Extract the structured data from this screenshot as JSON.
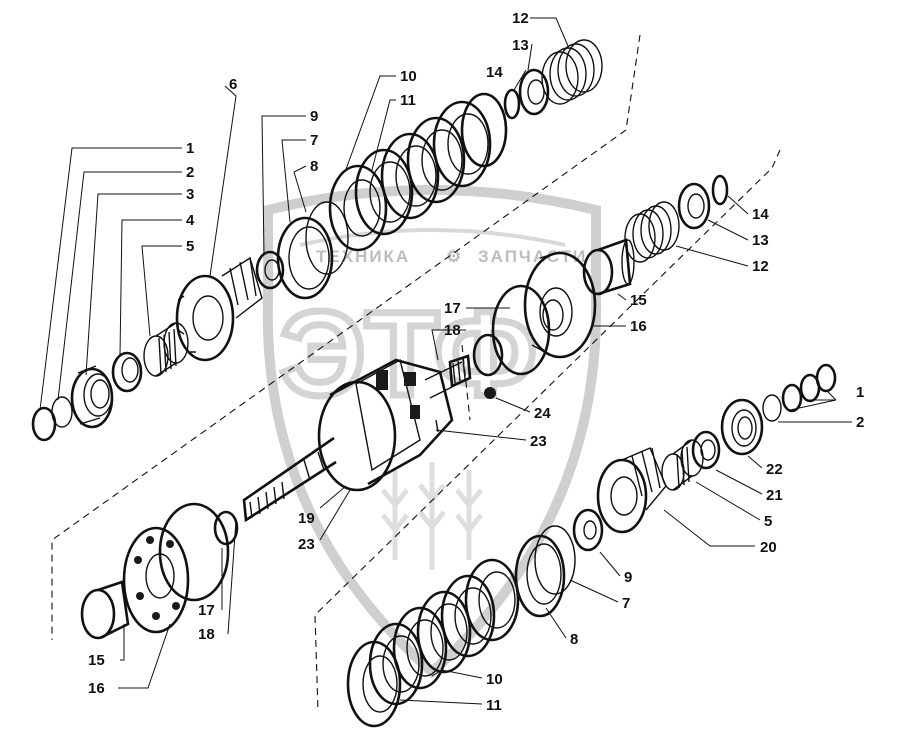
{
  "watermark": {
    "left_text": "ТЕХНИКА",
    "right_text": "ЗАПЧАСТИ",
    "monogram": "ЭТФ",
    "gear_glyph": "⚙"
  },
  "callouts": [
    {
      "id": "c1-a",
      "label": "1"
    },
    {
      "id": "c2-a",
      "label": "2"
    },
    {
      "id": "c3",
      "label": "3"
    },
    {
      "id": "c4",
      "label": "4"
    },
    {
      "id": "c5-a",
      "label": "5"
    },
    {
      "id": "c6",
      "label": "6"
    },
    {
      "id": "c9-a",
      "label": "9"
    },
    {
      "id": "c7-a",
      "label": "7"
    },
    {
      "id": "c8-a",
      "label": "8"
    },
    {
      "id": "c10-a",
      "label": "10"
    },
    {
      "id": "c11-a",
      "label": "11"
    },
    {
      "id": "c12-a",
      "label": "12"
    },
    {
      "id": "c13-a",
      "label": "13"
    },
    {
      "id": "c14-a",
      "label": "14"
    },
    {
      "id": "c14-b",
      "label": "14"
    },
    {
      "id": "c13-b",
      "label": "13"
    },
    {
      "id": "c12-b",
      "label": "12"
    },
    {
      "id": "c15-a",
      "label": "15"
    },
    {
      "id": "c16-a",
      "label": "16"
    },
    {
      "id": "c17-a",
      "label": "17"
    },
    {
      "id": "c18-a",
      "label": "18"
    },
    {
      "id": "c24",
      "label": "24"
    },
    {
      "id": "c23-a",
      "label": "23"
    },
    {
      "id": "c19",
      "label": "19"
    },
    {
      "id": "c23-b",
      "label": "23"
    },
    {
      "id": "c1-b",
      "label": "1"
    },
    {
      "id": "c2-b",
      "label": "2"
    },
    {
      "id": "c22",
      "label": "22"
    },
    {
      "id": "c21",
      "label": "21"
    },
    {
      "id": "c5-b",
      "label": "5"
    },
    {
      "id": "c20",
      "label": "20"
    },
    {
      "id": "c9-b",
      "label": "9"
    },
    {
      "id": "c7-b",
      "label": "7"
    },
    {
      "id": "c8-b",
      "label": "8"
    },
    {
      "id": "c10-b",
      "label": "10"
    },
    {
      "id": "c11-b",
      "label": "11"
    },
    {
      "id": "c17-b",
      "label": "17"
    },
    {
      "id": "c18-b",
      "label": "18"
    },
    {
      "id": "c15-b",
      "label": "15"
    },
    {
      "id": "c16-b",
      "label": "16"
    }
  ]
}
